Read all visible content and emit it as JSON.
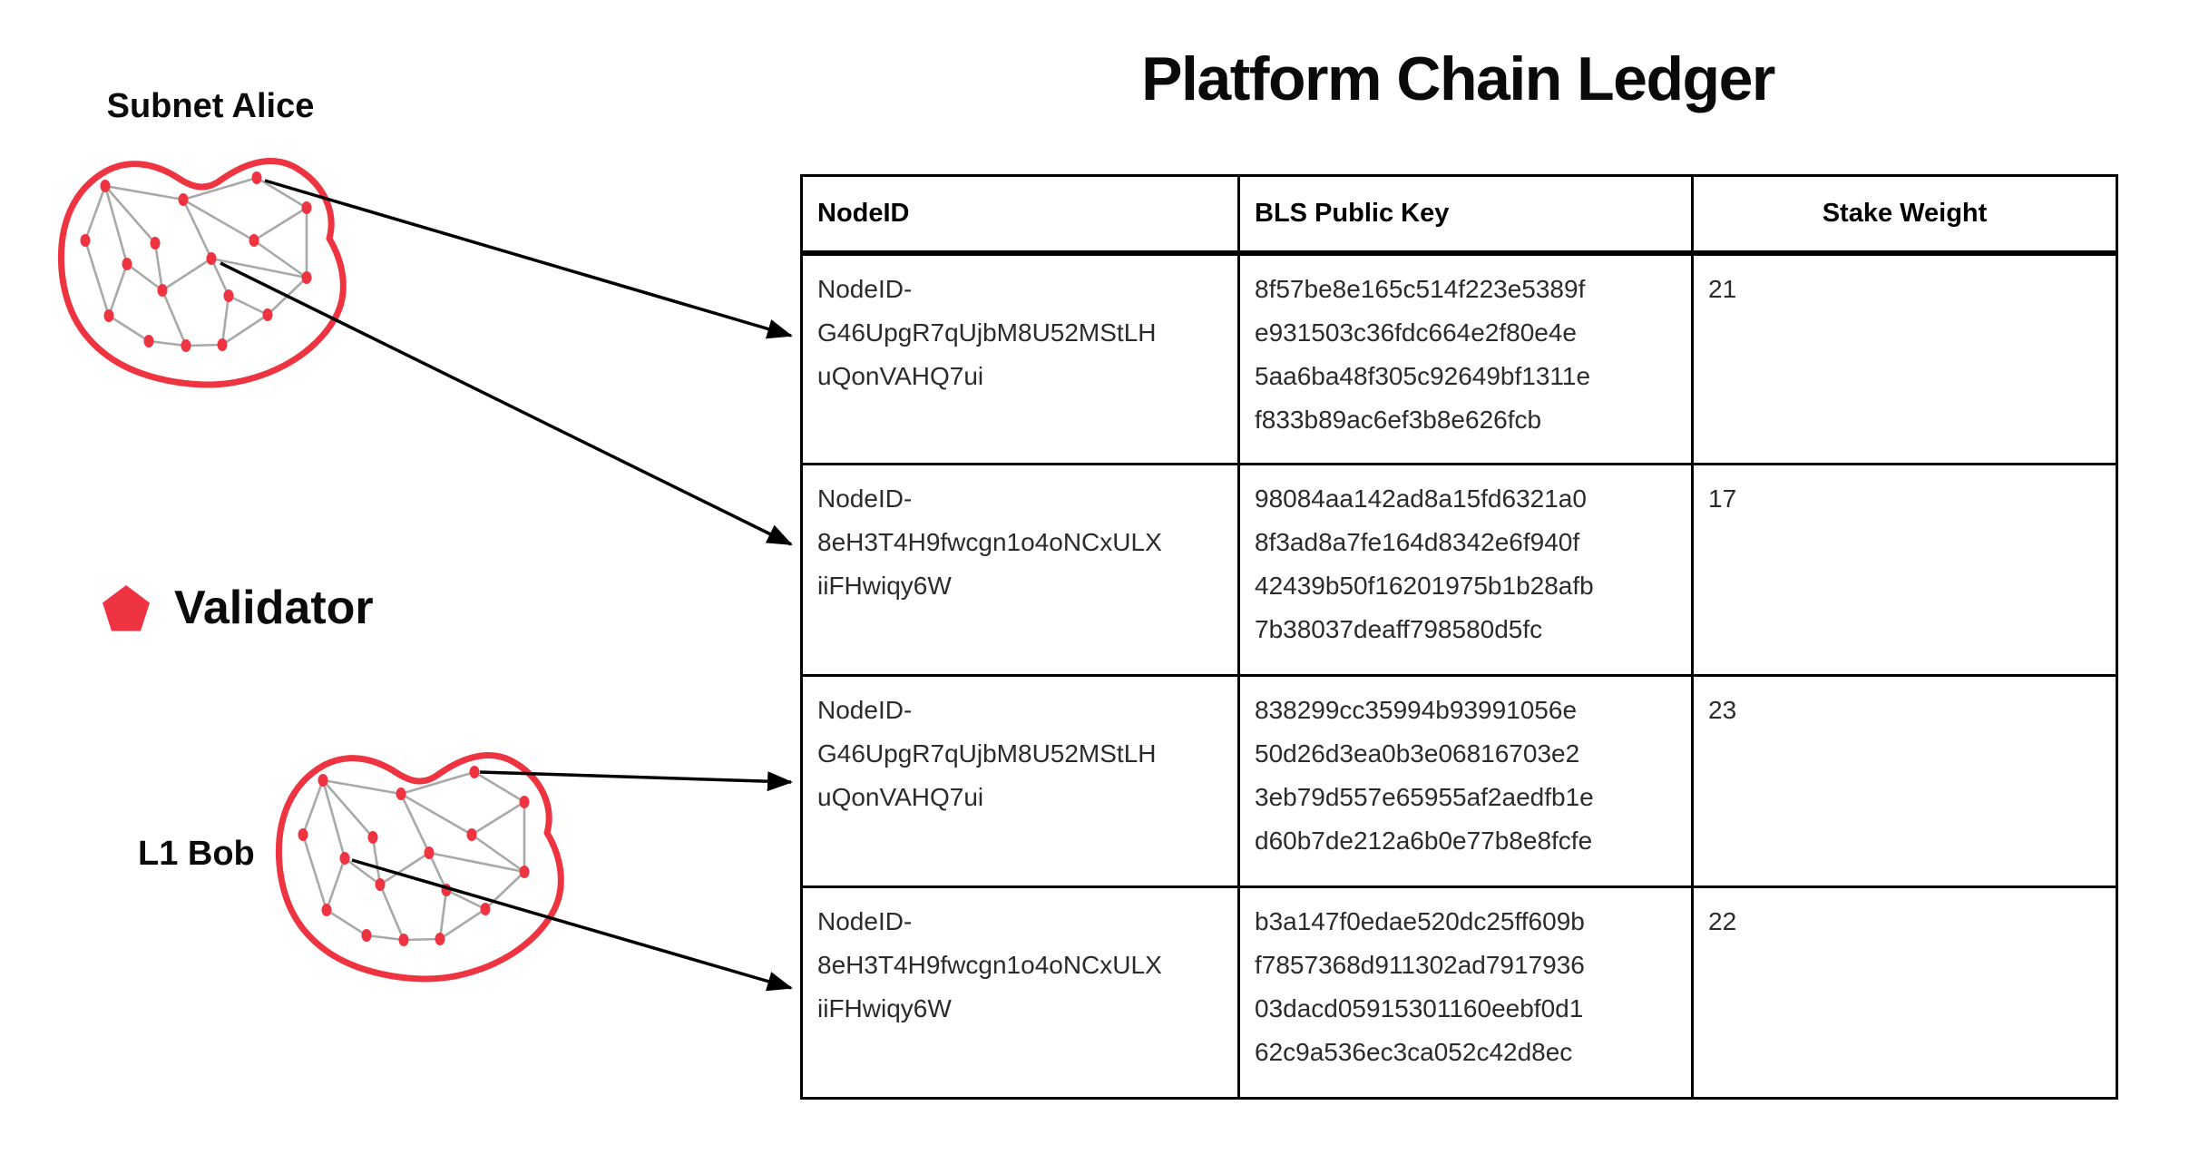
{
  "title": "Platform Chain Ledger",
  "colors": {
    "red": "#EE3440",
    "edge_gray": "#A9A9A9",
    "ink": "#0b0b0b",
    "cell_ink": "#2b2b2b"
  },
  "subnet_alice": {
    "label": "Subnet Alice"
  },
  "l1_bob": {
    "label": "L1 Bob"
  },
  "legend": {
    "icon": "pentagon-icon",
    "label": "Validator"
  },
  "table": {
    "headers": {
      "nodeid": "NodeID",
      "bls": "BLS Public Key",
      "stake": "Stake Weight"
    },
    "rows": [
      {
        "nodeid": "NodeID-\nG46UpgR7qUjbM8U52MStLH\nuQonVAHQ7ui",
        "bls": "8f57be8e165c514f223e5389f\ne931503c36fdc664e2f80e4e\n5aa6ba48f305c92649bf1311e\nf833b89ac6ef3b8e626fcb",
        "stake": "21"
      },
      {
        "nodeid": "NodeID-\n8eH3T4H9fwcgn1o4oNCxULX\niiFHwiqy6W",
        "bls": "98084aa142ad8a15fd6321a0\n8f3ad8a7fe164d8342e6f940f\n42439b50f16201975b1b28afb\n7b38037deaff798580d5fc",
        "stake": "17"
      },
      {
        "nodeid": "NodeID-\nG46UpgR7qUjbM8U52MStLH\nuQonVAHQ7ui",
        "bls": "838299cc35994b93991056e\n50d26d3ea0b3e06816703e2\n3eb79d557e65955af2aedfb1e\nd60b7de212a6b0e77b8e8fcfe",
        "stake": "23"
      },
      {
        "nodeid": "NodeID-\n8eH3T4H9fwcgn1o4oNCxULX\niiFHwiqy6W",
        "bls": "b3a147f0edae520dc25ff609b\nf7857368d911302ad7917936\n03dacd05915301160eebf0d1\n62c9a536ec3ca052c42d8ec",
        "stake": "22"
      }
    ]
  }
}
